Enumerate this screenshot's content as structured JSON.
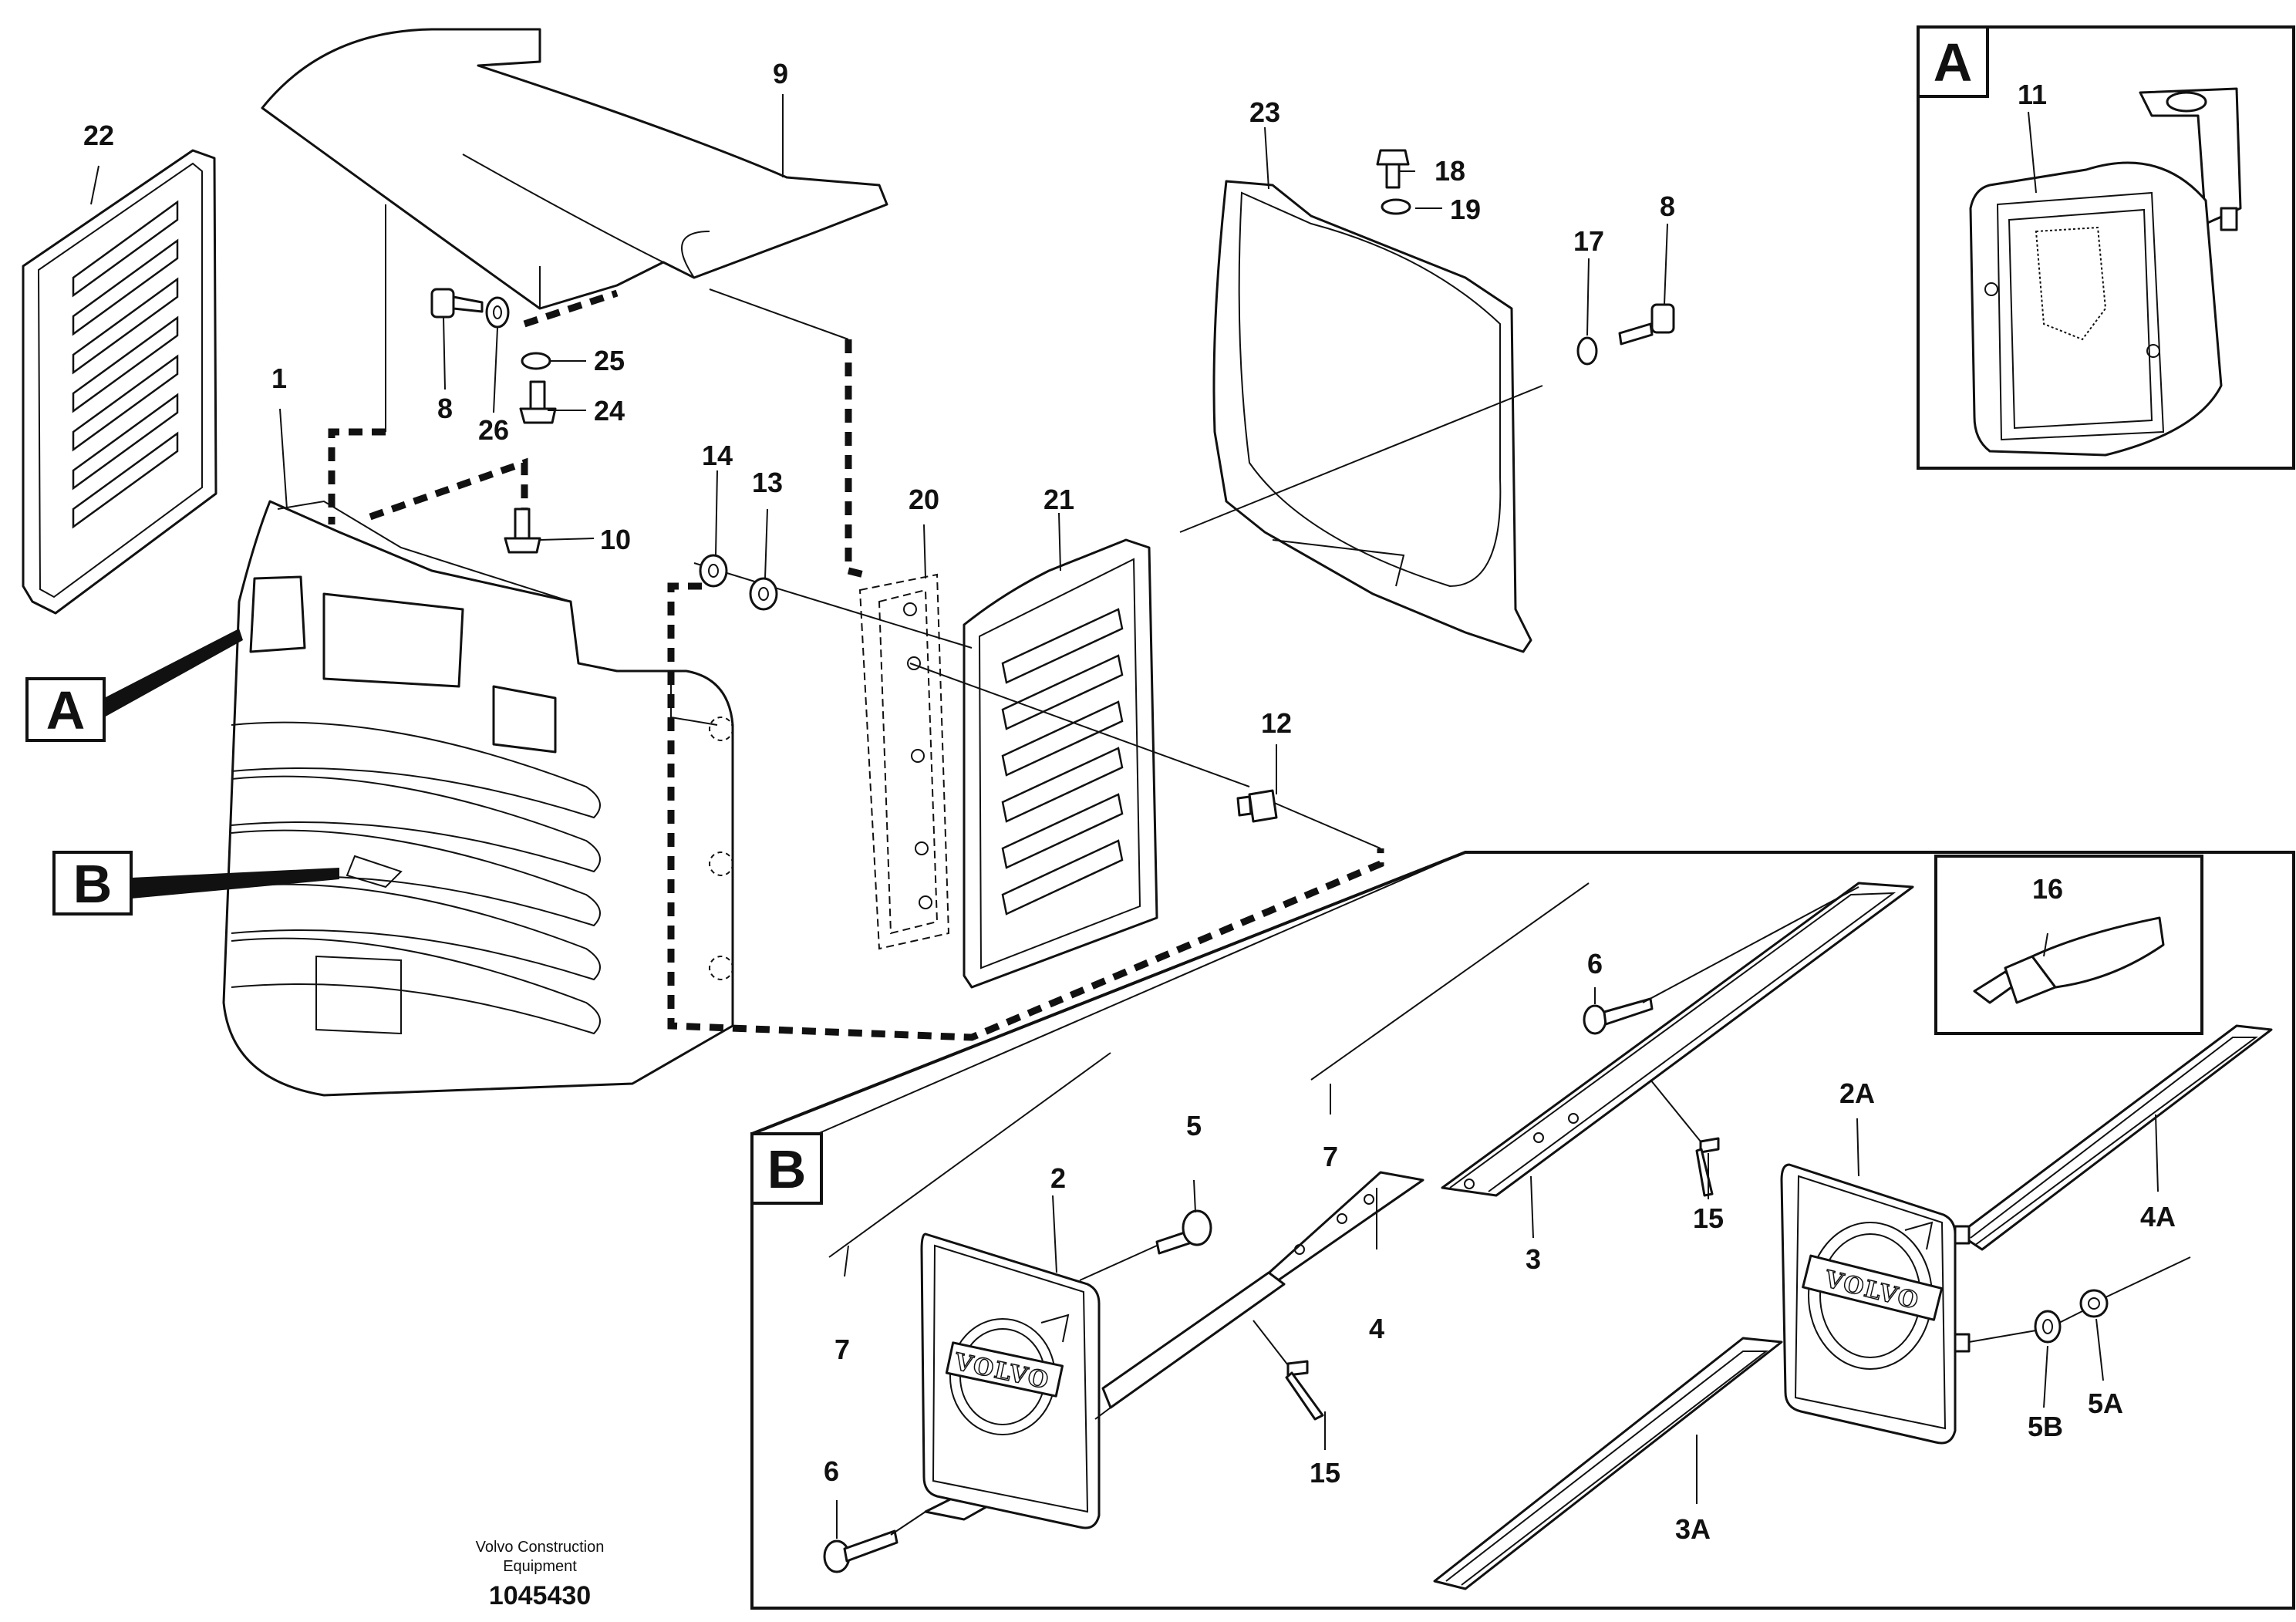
{
  "labels": {
    "l1": "1",
    "l2": "2",
    "l2a": "2A",
    "l3": "3",
    "l3a": "3A",
    "l4": "4",
    "l4a": "4A",
    "l5": "5",
    "l5a": "5A",
    "l5b": "5B",
    "l6a": "6",
    "l6b": "6",
    "l7a": "7",
    "l7b": "7",
    "l8a": "8",
    "l8b": "8",
    "l9": "9",
    "l10": "10",
    "l11": "11",
    "l12": "12",
    "l13": "13",
    "l14": "14",
    "l15a": "15",
    "l15b": "15",
    "l16": "16",
    "l17": "17",
    "l18": "18",
    "l19": "19",
    "l20": "20",
    "l21": "21",
    "l22": "22",
    "l23": "23",
    "l24": "24",
    "l25": "25",
    "l26": "26"
  },
  "callouts": {
    "a": "A",
    "b": "B",
    "inset_a": "A",
    "inset_b": "B"
  },
  "logo": {
    "text1": "VOLVO",
    "text2": "VOLVO"
  },
  "footer": {
    "line1": "Volvo Construction",
    "line2": "Equipment",
    "id": "1045430"
  }
}
